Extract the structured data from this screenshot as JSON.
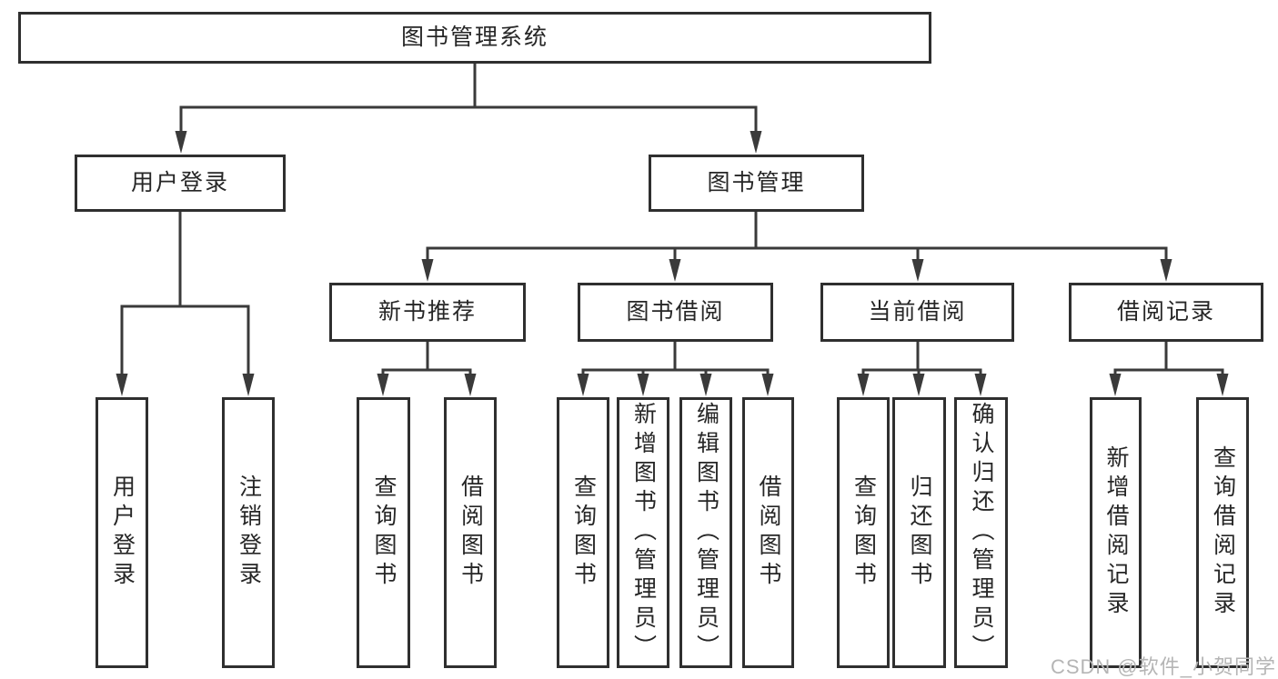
{
  "colors": {
    "background": "#ffffff",
    "line": "#3a3a3a",
    "box_border": "#2f2f2f",
    "box_fill": "#ffffff",
    "text": "#262626",
    "watermark": "#b5b5b5"
  },
  "nodes": {
    "root": "图书管理系统",
    "level2": {
      "user_login": "用户登录",
      "book_management": "图书管理"
    },
    "level3": {
      "new_book_recommend": "新书推荐",
      "book_borrow": "图书借阅",
      "current_borrow": "当前借阅",
      "borrow_records": "借阅记录"
    },
    "level4": {
      "user_login_leaf": "用户登录",
      "logout": "注销登录",
      "recommend_query": "查询图书",
      "recommend_borrow": "借阅图书",
      "borrow_query": "查询图书",
      "borrow_add_admin": "新增图书（管理员）",
      "borrow_edit_admin": "编辑图书（管理员）",
      "borrow_borrow": "借阅图书",
      "current_query": "查询图书",
      "current_return": "归还图书",
      "current_confirm_admin": "确认归还（管理员）",
      "records_add": "新增借阅记录",
      "records_query": "查询借阅记录"
    }
  },
  "watermark": "CSDN @软件_小贺同学"
}
